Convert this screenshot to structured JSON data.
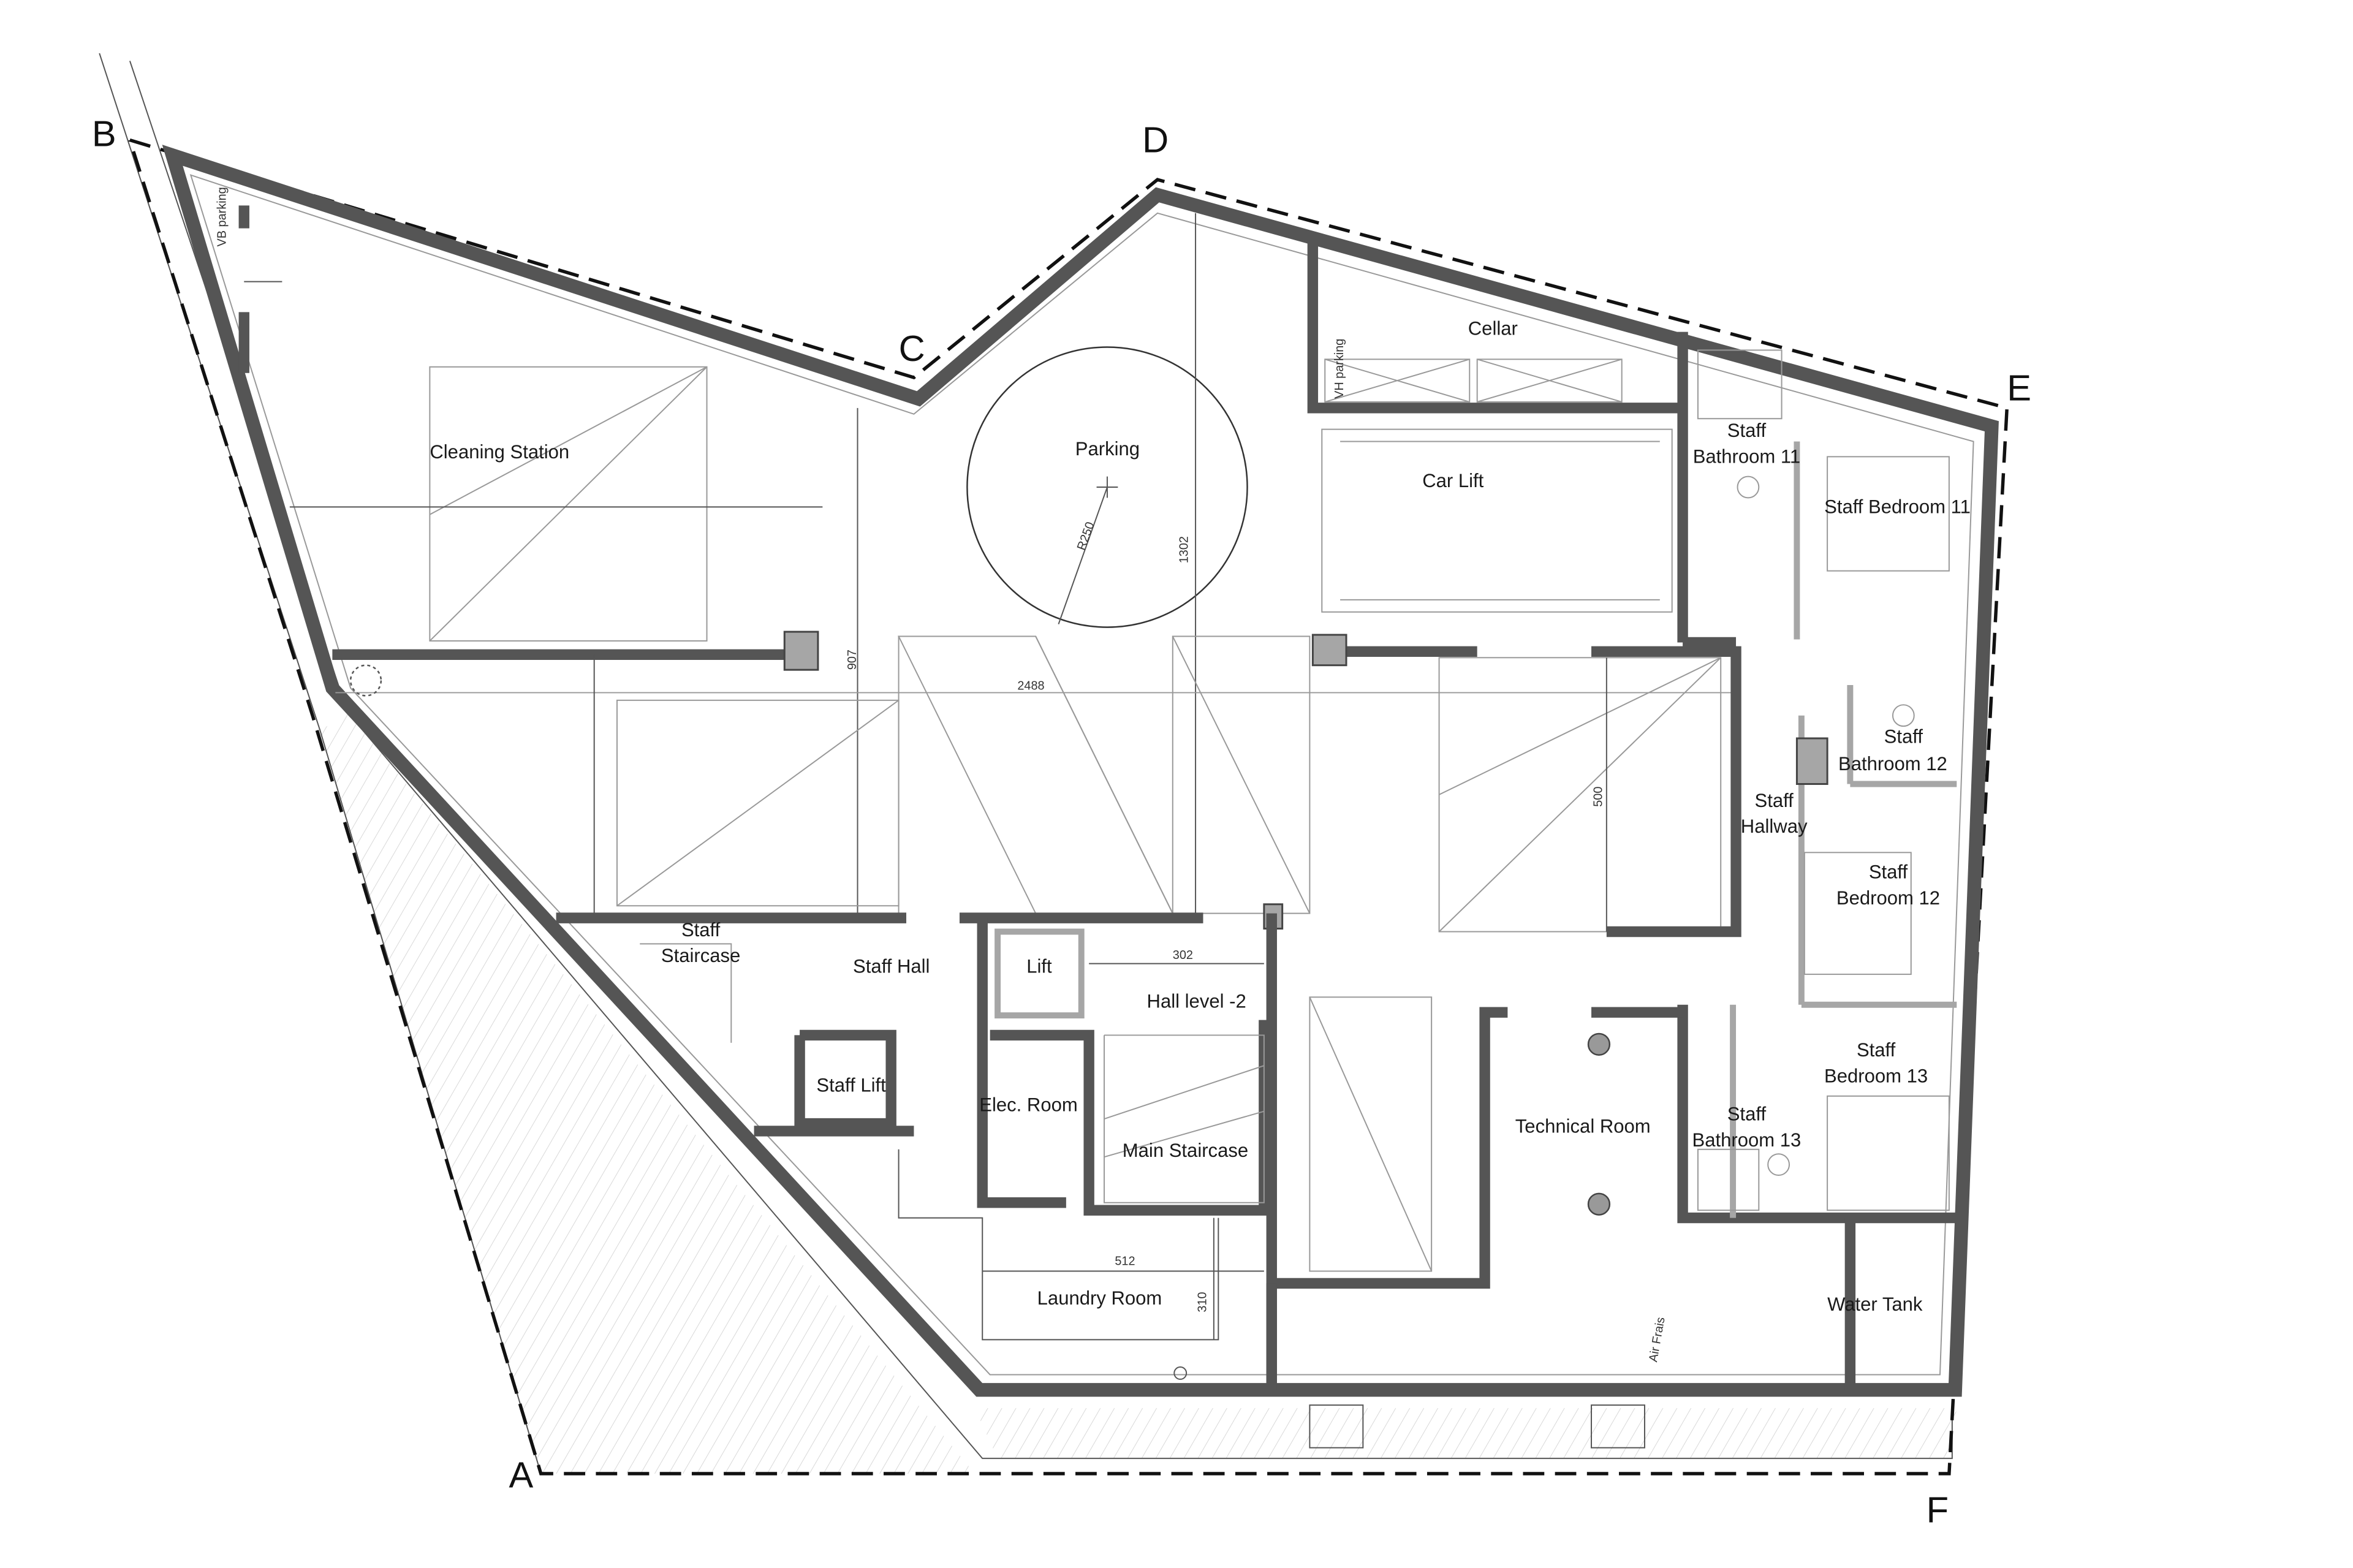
{
  "plan": {
    "grid_points": [
      "A",
      "B",
      "C",
      "D",
      "E",
      "F"
    ],
    "rooms": {
      "cleaning_station": "Cleaning Station",
      "parking": "Parking",
      "cellar": "Cellar",
      "car_lift": "Car Lift",
      "staff_bathroom_11": [
        "Staff",
        "Bathroom 11"
      ],
      "staff_bedroom_11": "Staff Bedroom 11",
      "staff_bathroom_12": [
        "Staff",
        "Bathroom 12"
      ],
      "staff_hallway": [
        "Staff",
        "Hallway"
      ],
      "staff_bedroom_12": [
        "Staff",
        "Bedroom 12"
      ],
      "staff_bedroom_13": [
        "Staff",
        "Bedroom 13"
      ],
      "staff_bathroom_13": [
        "Staff",
        "Bathroom 13"
      ],
      "staff_staircase": [
        "Staff",
        "Staircase"
      ],
      "staff_hall": "Staff Hall",
      "lift": "Lift",
      "hall_level": "Hall level -2",
      "staff_lift": "Staff Lift",
      "elec_room": "Elec. Room",
      "main_staircase": "Main Staircase",
      "technical_room": "Technical Room",
      "laundry_room": "Laundry Room",
      "water_tank": "Water Tank"
    },
    "dimensions": {
      "d907": "907",
      "d1302": "1302",
      "d2488": "2488",
      "d500": "500",
      "r250": "R250",
      "d302": "302",
      "d512": "512",
      "d310": "310"
    },
    "annotations": {
      "vb_parking": "VB parking",
      "vh_parking": "VH parking",
      "air_frais": "Air Frais"
    }
  }
}
